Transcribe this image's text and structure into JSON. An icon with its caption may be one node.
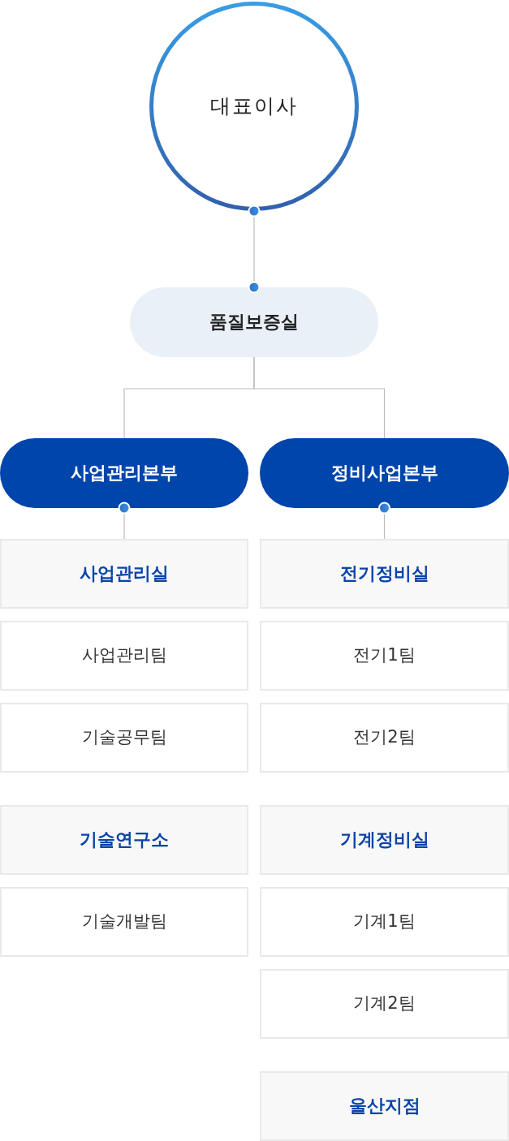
{
  "diagram": {
    "nodes": [
      {
        "text": [
          "대표이사"
        ]
      },
      {
        "text": [
          "품질보증실"
        ]
      },
      {
        "text": [
          "사업관리본부"
        ]
      },
      {
        "text": [
          "정비사업본부"
        ]
      },
      {
        "text": [
          "사업관리실"
        ]
      },
      {
        "text": [
          "사업관리팀"
        ]
      },
      {
        "text": [
          "기술공무팀"
        ]
      },
      {
        "text": [
          "기술연구소"
        ]
      },
      {
        "text": [
          "기술개발팀"
        ]
      },
      {
        "text": [
          "전기정비실"
        ]
      },
      {
        "text": [
          "전기1팀"
        ]
      },
      {
        "text": [
          "전기2팀"
        ]
      },
      {
        "text": [
          "기계정비실"
        ]
      },
      {
        "text": [
          "기계1팀"
        ]
      },
      {
        "text": [
          "기계2팀"
        ]
      },
      {
        "text": [
          "울산지점"
        ]
      }
    ],
    "edges": [
      {
        "from": 0,
        "to": 1,
        "arrow": "other"
      },
      {
        "from": 1,
        "to": 2,
        "arrow": "none"
      },
      {
        "from": 1,
        "to": 3,
        "arrow": "none"
      },
      {
        "from": 2,
        "to": 4,
        "arrow": "other"
      },
      {
        "from": 3,
        "to": 9,
        "arrow": "other"
      }
    ]
  }
}
